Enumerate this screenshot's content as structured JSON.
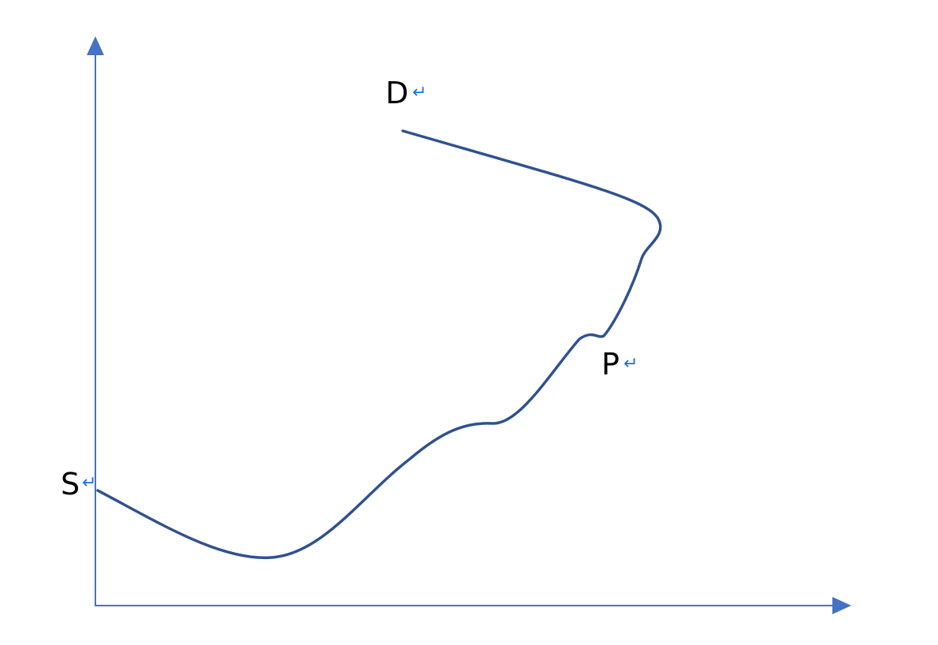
{
  "diagram": {
    "points": {
      "start": {
        "label": "S"
      },
      "peak": {
        "label": "D"
      },
      "end": {
        "label": "P"
      }
    },
    "paragraph_mark": "↵",
    "colors": {
      "axis": "#4472C4",
      "curve": "#2F528F",
      "label": "#000000",
      "paragraph_mark": "#1F6FE0"
    }
  }
}
